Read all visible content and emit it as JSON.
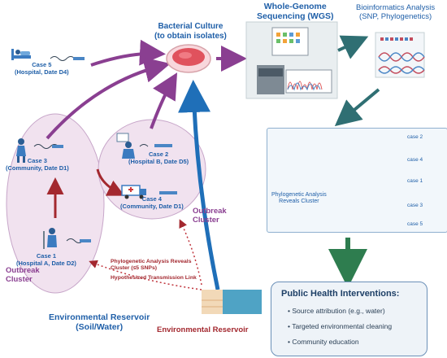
{
  "top": {
    "culture": "Bacterial Culture\n(to obtain isolates)",
    "wgs": "Whole-Genome\nSequencing (WGS)",
    "bioinfo": "Bioinformatics Analysis\n(SNP, Phylogenetics)"
  },
  "cases": {
    "case5": "Case 5\n(Hospital, Date D4)",
    "case3": "Case 3\n(Community, Date D1)",
    "case1": "Case 1\n(Hospital A, Date D2)",
    "case2": "Case 2\n(Hospital B, Date D5)",
    "case4": "Case 4\n(Community, Date D1)"
  },
  "clusters": {
    "left": "Outbreak\nCluster",
    "right": "Outbreak\nCluster"
  },
  "environment": {
    "reservoir_left": "Environmental Reservoir\n(Soil/Water)",
    "reservoir_right": "Environmental Reservoir",
    "phylo_reveals": "Phylogenetic Analysis Reveals\nCluster (≤5 SNPs)",
    "transmission": "Hypothesized Transmission Link"
  },
  "tree": {
    "label": "Phylogenetic Analysis\nReveals Cluster",
    "leaves": [
      "case 2",
      "case 4",
      "case 1",
      "case 3",
      "case 5"
    ]
  },
  "interventions": {
    "title": "Public Health Interventions:",
    "items": [
      "Source attribution (e.g., water)",
      "Targeted environmental cleaning",
      "Community education"
    ]
  },
  "colors": {
    "blue": "#1f5fa8",
    "purple": "#8a3f91",
    "dark_red": "#a3282f",
    "teal": "#2f6f73",
    "green": "#2e7d4f",
    "cluster_fill": "#f1e2ef"
  },
  "icons": [
    "patient-bed-icon",
    "petri-dish-icon",
    "sequencer-icon",
    "dna-helix-icon",
    "person-icon",
    "doctor-icon",
    "ambulance-icon",
    "water-sample-icon"
  ]
}
